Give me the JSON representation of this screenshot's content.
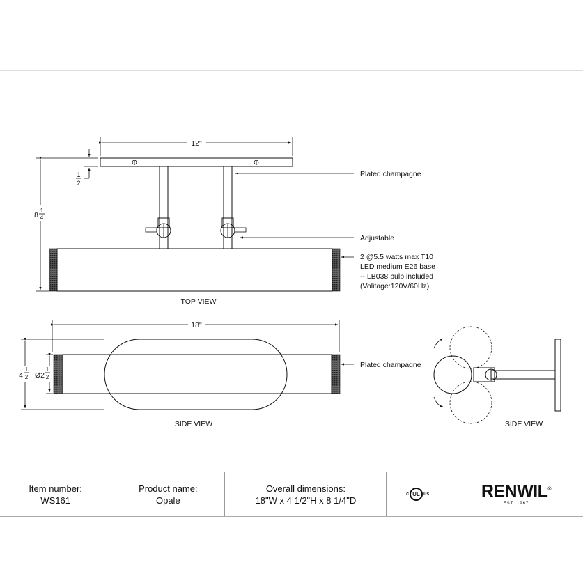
{
  "top_view": {
    "width_dim": "12\"",
    "height_dim_whole": "8",
    "height_dim_num": "1",
    "height_dim_den": "4",
    "plate_dim_num": "1",
    "plate_dim_den": "2",
    "label_finish": "Plated champagne",
    "label_adjustable": "Adjustable",
    "spec_lines": [
      "2 @5.5 watts max T10",
      "LED medium E26 base",
      "-- LB038 bulb included",
      "(Volitage:120V/60Hz)"
    ],
    "caption": "TOP VIEW"
  },
  "side_view": {
    "width_dim": "18\"",
    "height_dim_whole": "4",
    "height_dim_num": "1",
    "height_dim_den": "2",
    "diam_dim_whole": "Ø2",
    "diam_dim_num": "1",
    "diam_dim_den": "2",
    "label_finish": "Plated champagne",
    "caption": "SIDE VIEW"
  },
  "side_view_2": {
    "caption": "SIDE VIEW"
  },
  "info_table": {
    "item_label": "Item number:",
    "item_value": "WS161",
    "product_label": "Product name:",
    "product_value": "Opale",
    "dims_label": "Overall dimensions:",
    "dims_value": "18\"W x 4 1/2\"H x 8 1/4\"D",
    "cert_c": "c",
    "cert_ul": "UL",
    "cert_us": "us",
    "brand": "RENWIL",
    "brand_mark": "®",
    "brand_est": "EST. 1967"
  }
}
